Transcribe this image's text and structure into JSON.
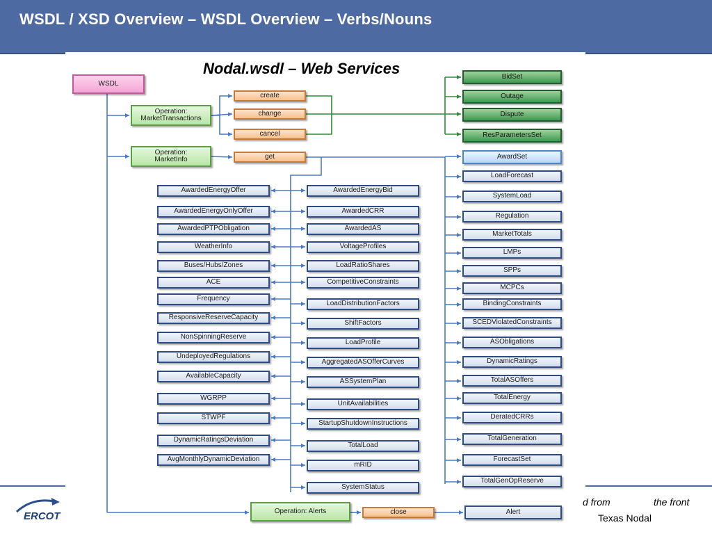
{
  "header": {
    "title": "WSDL / XSD Overview – WSDL Overview – Verbs/Nouns"
  },
  "diagram": {
    "title": "Nodal.wsdl – Web Services"
  },
  "footer": {
    "left_fragment": "d from",
    "right_fragment": "the front",
    "org": "Texas Nodal"
  },
  "logo": {
    "text": "ERCOT"
  },
  "colors": {
    "header_bg": "#4e6aa3",
    "line_blue": "#4a7ac4",
    "line_green": "#2e8b3a"
  },
  "nodes": {
    "wsdl": "WSDL",
    "op_market_transactions": "Operation:\nMarketTransactions",
    "op_market_info": "Operation:\nMarketInfo",
    "op_alerts": "Operation: Alerts",
    "create": "create",
    "change": "change",
    "cancel": "cancel",
    "get": "get",
    "close": "close",
    "alert": "Alert"
  },
  "left_column": [
    "AwardedEnergyOffer",
    "AwardedEnergyOnlyOffer",
    "AwardedPTPObligation",
    "WeatherInfo",
    "Buses/Hubs/Zones",
    "ACE",
    "Frequency",
    "ResponsiveReserveCapacity",
    "NonSpinningReserve",
    "UndeployedRegulations",
    "AvailableCapacity",
    "WGRPP",
    "STWPF",
    "DynamicRatingsDeviation",
    "AvgMonthlyDynamicDeviation"
  ],
  "middle_column": [
    "AwardedEnergyBid",
    "AwardedCRR",
    "AwardedAS",
    "VoltageProfiles",
    "LoadRatioShares",
    "CompetitiveConstraints",
    "LoadDistributionFactors",
    "ShiftFactors",
    "LoadProfile",
    "AggregatedASOfferCurves",
    "ASSystemPlan",
    "UnitAvailabilities",
    "StartupShutdownInstructions",
    "TotalLoad",
    "mRID",
    "SystemStatus"
  ],
  "right_column_green": [
    "BidSet",
    "Outage",
    "Dispute",
    "ResParametersSet"
  ],
  "right_column_lightblue": [
    "AwardSet"
  ],
  "right_column": [
    "LoadForecast",
    "SystemLoad",
    "Regulation",
    "MarketTotals",
    "LMPs",
    "SPPs",
    "MCPCs",
    "BindingConstraints",
    "SCEDViolatedConstraints",
    "ASObligations",
    "DynamicRatings",
    "TotalASOffers",
    "TotalEnergy",
    "DeratedCRRs",
    "TotalGeneration",
    "ForecastSet",
    "TotalGenOpReserve"
  ]
}
